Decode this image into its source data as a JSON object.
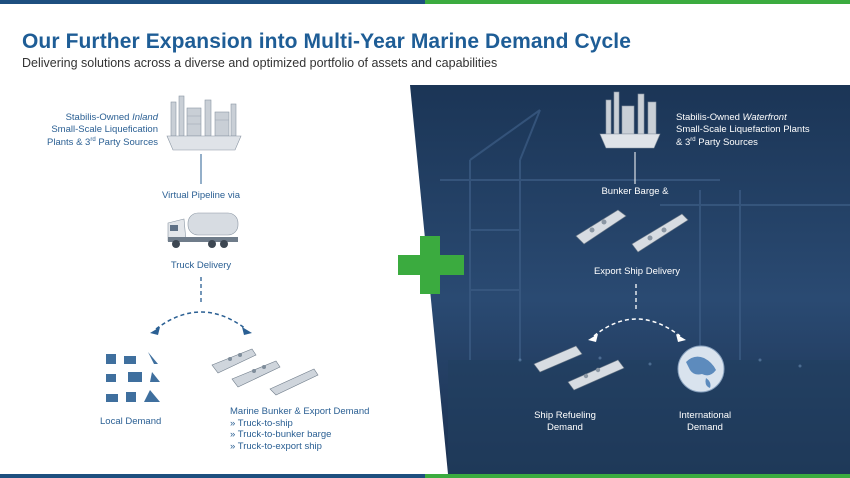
{
  "header": {
    "title": "Our Further Expansion into Multi-Year Marine Demand Cycle",
    "subtitle": "Delivering solutions across a diverse and optimized portfolio of assets and capabilities"
  },
  "left": {
    "plants_label_prefix": "Stabilis-Owned ",
    "plants_label_italic": "Inland",
    "plants_label_line2": "Small-Scale Liquefication",
    "plants_label_line3_a": "Plants & 3",
    "plants_label_sup": "rd",
    "plants_label_line3_b": " Party Sources",
    "pipeline_label": "Virtual Pipeline via",
    "truck_label": "Truck Delivery",
    "local_demand_label": "Local Demand",
    "marine_label": "Marine Bunker & Export Demand",
    "marine_items": [
      "Truck-to-ship",
      "Truck-to-bunker barge",
      "Truck-to-export ship"
    ]
  },
  "right": {
    "plants_label_prefix": "Stabilis-Owned ",
    "plants_label_italic": "Waterfront",
    "plants_label_line2": "Small-Scale Liquefaction Plants",
    "plants_label_line3_a": "& 3",
    "plants_label_sup": "rd",
    "plants_label_line3_b": " Party Sources",
    "bunker_label": "Bunker Barge &",
    "export_label": "Export Ship Delivery",
    "ship_refuel_line1": "Ship Refueling",
    "ship_refuel_line2": "Demand",
    "intl_line1": "International",
    "intl_line2": "Demand"
  },
  "icons": {
    "plus": "plus-icon",
    "truck": "truck-icon",
    "plant": "plant-icon",
    "ship": "ship-icon",
    "globe": "globe-icon"
  },
  "colors": {
    "brand_blue": "#1e5d96",
    "brand_green": "#3bab3f",
    "dark_navy": "#1a3454"
  }
}
